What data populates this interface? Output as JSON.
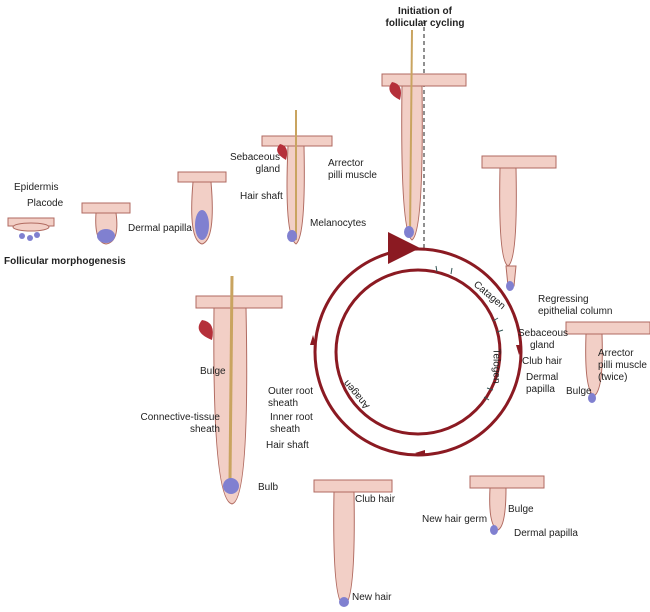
{
  "title": {
    "line1": "Initiation of",
    "line2": "follicular cycling"
  },
  "morphogenesis_label": "Follicular morphogenesis",
  "labels": {
    "epidermis": "Epidermis",
    "placode": "Placode",
    "dermal_papilla_1": "Dermal papilla",
    "sebaceous_gland_1": {
      "line1": "Sebaceous",
      "line2": "gland"
    },
    "arrector_1": {
      "line1": "Arrector",
      "line2": "pilli muscle"
    },
    "hair_shaft_1": "Hair shaft",
    "melanocytes": "Melanocytes",
    "regressing": {
      "line1": "Regressing",
      "line2": "epithelial column"
    },
    "sebaceous_gland_2": {
      "line1": "Sebaceous",
      "line2": "gland"
    },
    "club_hair_1": "Club hair",
    "dermal_papilla_2": {
      "line1": "Dermal",
      "line2": "papilla"
    },
    "bulge_1": "Bulge",
    "arrector_2": {
      "line1": "Arrector",
      "line2": "pilli muscle",
      "line3": "(twice)"
    },
    "bulge_2": "Bulge",
    "outer_root_sheath": {
      "line1": "Outer root",
      "line2": "sheath"
    },
    "connective_tissue_sheath": "Connective-tissue",
    "connective_tissue_sheath2": "sheath",
    "inner_root_sheath": {
      "line1": "Inner root",
      "line2": "sheath"
    },
    "hair_shaft_2": "Hair shaft",
    "bulb": "Bulb",
    "club_hair_2": "Club hair",
    "new_hair_germ": "New hair germ",
    "bulge_3": "Bulge",
    "dermal_papilla_3": "Dermal papilla",
    "new_hair": "New hair"
  },
  "cycle": {
    "catagen": "Catagen",
    "telogen": "Telogen",
    "anagen": "Anagen"
  },
  "colors": {
    "arrow": "#8b1a22",
    "skin": "#f2cfc6",
    "skin_line": "#b06a60",
    "papilla": "#8080d0",
    "gland": "#b5303a",
    "hair": "#c9a460"
  }
}
